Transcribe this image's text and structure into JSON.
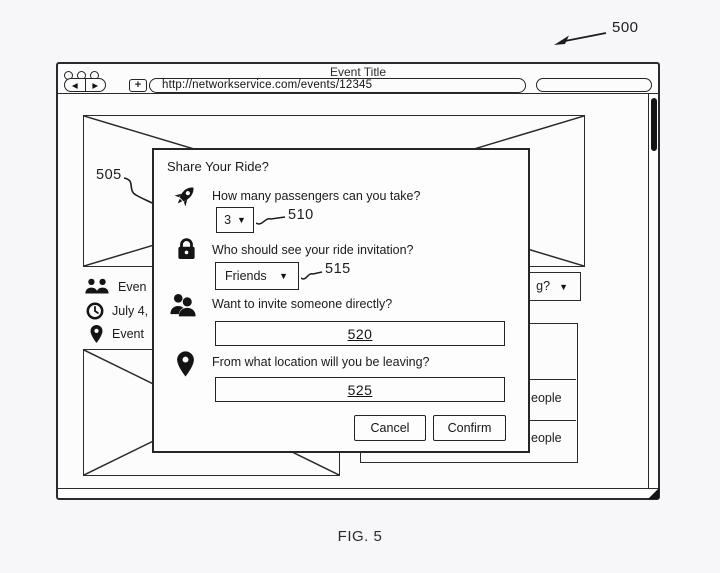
{
  "figure": {
    "reference_number": "500",
    "dialog_reference": "505",
    "caption": "FIG. 5"
  },
  "browser": {
    "window_title": "Event Title",
    "url": "http://networkservice.com/events/12345"
  },
  "icons": {
    "back": "◀",
    "forward": "▶",
    "new_tab": "+",
    "dropdown_arrow": "▼"
  },
  "page": {
    "event_info": [
      {
        "text": "Even"
      },
      {
        "text": "July 4,"
      },
      {
        "text": "Event"
      }
    ],
    "going_dropdown_text": "g?",
    "attendee_rows": [
      {
        "text": "eople"
      },
      {
        "text": "eople"
      }
    ]
  },
  "dialog": {
    "title": "Share Your Ride?",
    "questions": [
      {
        "text": "How many passengers can you take?",
        "control": "dropdown",
        "value": "3",
        "ref": "510"
      },
      {
        "text": "Who should see your ride invitation?",
        "control": "dropdown",
        "value": "Friends",
        "ref": "515"
      },
      {
        "text": "Want to invite someone directly?",
        "control": "input",
        "value": "520"
      },
      {
        "text": "From what location will you be leaving?",
        "control": "input",
        "value": "525"
      }
    ],
    "cancel_label": "Cancel",
    "confirm_label": "Confirm"
  }
}
